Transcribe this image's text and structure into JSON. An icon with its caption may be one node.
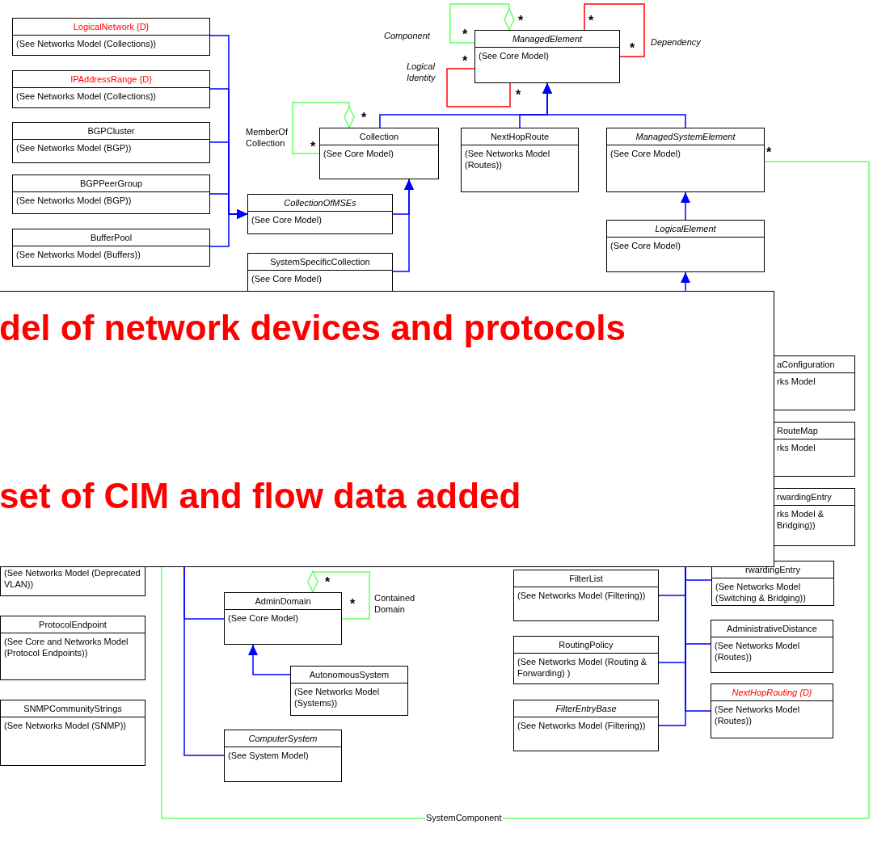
{
  "diagram": {
    "nodes": [
      {
        "text": [
          "LogicalNetwork {D}",
          "(See Networks Model (Collections))"
        ]
      },
      {
        "text": [
          "IPAddressRange {D}",
          "(See Networks Model (Collections))"
        ]
      },
      {
        "text": [
          "BGPCluster",
          "(See Networks Model (BGP))"
        ]
      },
      {
        "text": [
          "BGPPeerGroup",
          "(See Networks Model (BGP))"
        ]
      },
      {
        "text": [
          "BufferPool",
          "(See Networks Model (Buffers))"
        ]
      },
      {
        "text": [
          "ManagedElement",
          "(See Core Model)"
        ]
      },
      {
        "text": [
          "Collection",
          "(See Core Model)"
        ]
      },
      {
        "text": [
          "NextHopRoute",
          "(See Networks Model (Routes))"
        ]
      },
      {
        "text": [
          "ManagedSystemElement",
          "(See Core Model)"
        ]
      },
      {
        "text": [
          "CollectionOfMSEs",
          "(See Core Model)"
        ]
      },
      {
        "text": [
          "SystemSpecificCollection",
          "(See Core Model)"
        ]
      },
      {
        "text": [
          "LogicalElement",
          "(See Core Model)"
        ]
      },
      {
        "text": [
          "del of network devices and protocols",
          "set of CIM and flow data added"
        ]
      },
      {
        "text": [
          "aConfiguration",
          "rks Model"
        ]
      },
      {
        "text": [
          "RouteMap",
          "rks Model"
        ]
      },
      {
        "text": [
          "rwardingEntry",
          "rks Model & Bridging))"
        ]
      },
      {
        "text": [
          "rwardingEntry",
          "(See Networks Model (Switching & Bridging))"
        ]
      },
      {
        "text": [
          "(See Networks Model (Deprecated VLAN))"
        ]
      },
      {
        "text": [
          "FilterList",
          "(See Networks Model (Filtering))"
        ]
      },
      {
        "text": [
          "AdminDomain",
          "(See Core Model)"
        ]
      },
      {
        "text": [
          "ProtocolEndpoint",
          "(See Core and Networks Model (Protocol Endpoints))"
        ]
      },
      {
        "text": [
          "AutonomousSystem",
          "(See Networks Model (Systems))"
        ]
      },
      {
        "text": [
          "RoutingPolicy",
          "(See Networks Model (Routing & Forwarding) )"
        ]
      },
      {
        "text": [
          "AdministrativeDistance",
          "(See Networks Model (Routes))"
        ]
      },
      {
        "text": [
          "SNMPCommunityStrings",
          "(See Networks Model (SNMP))"
        ]
      },
      {
        "text": [
          "FilterEntryBase",
          "(See Networks Model (Filtering))"
        ]
      },
      {
        "text": [
          "NextHopRouting {D}",
          "(See Networks Model (Routes))"
        ]
      },
      {
        "text": [
          "ComputerSystem",
          "(See System Model)"
        ]
      }
    ],
    "edges": [
      {
        "from": 5,
        "to": 5,
        "arrow": "other",
        "label": "Component",
        "color": "#66ff66"
      },
      {
        "from": 5,
        "to": 5,
        "arrow": "none",
        "label": "Dependency",
        "color": "#ff0000"
      },
      {
        "from": 5,
        "to": 5,
        "arrow": "none",
        "label": "Logical Identity",
        "color": "#ff0000"
      },
      {
        "from": 6,
        "to": 6,
        "arrow": "other",
        "label": "MemberOf Collection",
        "color": "#66ff66"
      },
      {
        "from": 6,
        "to": 5,
        "arrow": "to"
      },
      {
        "from": 7,
        "to": 5,
        "arrow": "to"
      },
      {
        "from": 8,
        "to": 5,
        "arrow": "to"
      },
      {
        "from": 0,
        "to": 9,
        "arrow": "to"
      },
      {
        "from": 1,
        "to": 9,
        "arrow": "to"
      },
      {
        "from": 2,
        "to": 9,
        "arrow": "to"
      },
      {
        "from": 3,
        "to": 9,
        "arrow": "to"
      },
      {
        "from": 4,
        "to": 9,
        "arrow": "to"
      },
      {
        "from": 9,
        "to": 6,
        "arrow": "to"
      },
      {
        "from": 10,
        "to": 6,
        "arrow": "to"
      },
      {
        "from": 11,
        "to": 8,
        "arrow": "to"
      },
      {
        "from": 12,
        "to": 11,
        "arrow": "to"
      },
      {
        "from": 16,
        "to": 12,
        "arrow": "none"
      },
      {
        "from": 18,
        "to": 12,
        "arrow": "none"
      },
      {
        "from": 22,
        "to": 12,
        "arrow": "none"
      },
      {
        "from": 23,
        "to": 12,
        "arrow": "none"
      },
      {
        "from": 25,
        "to": 12,
        "arrow": "none"
      },
      {
        "from": 26,
        "to": 12,
        "arrow": "none"
      },
      {
        "from": 21,
        "to": 19,
        "arrow": "to"
      },
      {
        "from": 19,
        "to": 19,
        "arrow": "other",
        "label": "Contained Domain",
        "color": "#66ff66"
      },
      {
        "from": 19,
        "to": 12,
        "arrow": "none"
      },
      {
        "from": 27,
        "to": 12,
        "arrow": "none"
      },
      {
        "from": 8,
        "to": 12,
        "arrow": "none",
        "label": "SystemComponent",
        "color": "#66ff66"
      }
    ],
    "labels": [
      "*",
      "*",
      "*",
      "*",
      "*",
      "*",
      "*",
      "*",
      "*",
      "*",
      "*"
    ]
  }
}
